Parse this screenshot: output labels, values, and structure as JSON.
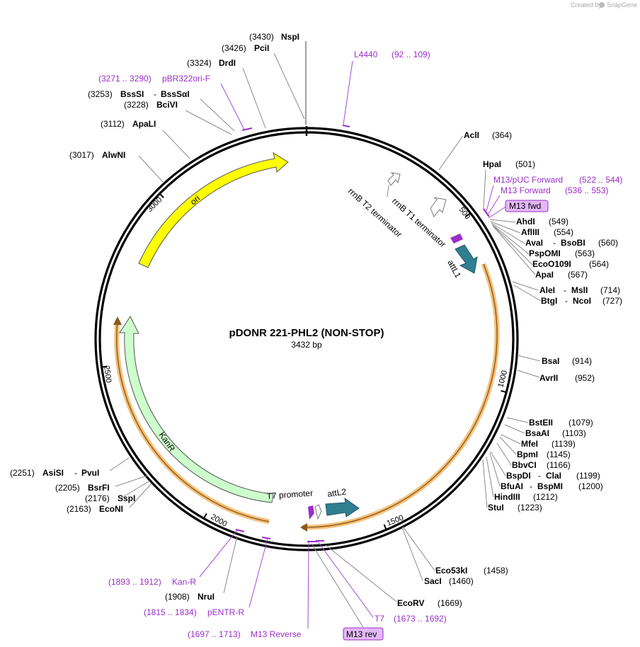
{
  "credit": "Created by",
  "brand": "SnapGene",
  "plasmid": {
    "name": "pDONR 221-PHL2 (NON-STOP)",
    "length_label": "3432 bp",
    "length": 3432
  },
  "ticks": [
    "500",
    "1000",
    "1500",
    "2000",
    "2500",
    "3000"
  ],
  "enzymes": [
    {
      "name": "NspI",
      "pos": "(3430)"
    },
    {
      "name": "PciI",
      "pos": "(3426)"
    },
    {
      "name": "DrdI",
      "pos": "(3324)"
    },
    {
      "name": "BssSI",
      "name2": "BssSαI",
      "pos": "(3253)"
    },
    {
      "name": "BciVI",
      "pos": "(3228)"
    },
    {
      "name": "ApaLI",
      "pos": "(3112)"
    },
    {
      "name": "AlwNI",
      "pos": "(3017)"
    },
    {
      "name": "AclI",
      "pos": "(364)"
    },
    {
      "name": "HpaI",
      "pos": "(501)"
    },
    {
      "name": "AhdI",
      "pos": "(549)"
    },
    {
      "name": "AflIII",
      "pos": "(554)"
    },
    {
      "name": "AvaI",
      "name2": "BsoBI",
      "pos": "(560)"
    },
    {
      "name": "PspOMI",
      "pos": "(563)"
    },
    {
      "name": "EcoO109I",
      "pos": "(564)"
    },
    {
      "name": "ApaI",
      "pos": "(567)"
    },
    {
      "name": "AleI",
      "name2": "MslI",
      "pos": "(714)"
    },
    {
      "name": "BtgI",
      "name2": "NcoI",
      "pos": "(727)"
    },
    {
      "name": "BsaI",
      "pos": "(914)"
    },
    {
      "name": "AvrII",
      "pos": "(952)"
    },
    {
      "name": "BstEII",
      "pos": "(1079)"
    },
    {
      "name": "BsaAI",
      "pos": "(1103)"
    },
    {
      "name": "MfeI",
      "pos": "(1139)"
    },
    {
      "name": "BpmI",
      "pos": "(1145)"
    },
    {
      "name": "BbvCI",
      "pos": "(1166)"
    },
    {
      "name": "BspDI",
      "name2": "ClaI",
      "pos": "(1199)"
    },
    {
      "name": "BfuAI",
      "name2": "BspMI",
      "pos": "(1200)"
    },
    {
      "name": "HindIII",
      "pos": "(1212)"
    },
    {
      "name": "StuI",
      "pos": "(1223)"
    },
    {
      "name": "Eco53kI",
      "pos": "(1458)"
    },
    {
      "name": "SacI",
      "pos": "(1460)"
    },
    {
      "name": "EcoRV",
      "pos": "(1669)"
    },
    {
      "name": "NruI",
      "pos": "(1908)"
    },
    {
      "name": "EcoNI",
      "pos": "(2163)"
    },
    {
      "name": "SspI",
      "pos": "(2176)"
    },
    {
      "name": "BsrFI",
      "pos": "(2205)"
    },
    {
      "name": "AsiSI",
      "name2": "PvuI",
      "pos": "(2251)"
    }
  ],
  "primers": [
    {
      "name": "L4440",
      "range": "(92 .. 109)"
    },
    {
      "name": "pBR322ori-F",
      "range": "(3271 .. 3290)"
    },
    {
      "name": "M13/pUC Forward",
      "range": "(522 .. 544)"
    },
    {
      "name": "M13 Forward",
      "range": "(536 .. 553)"
    },
    {
      "name": "M13 fwd",
      "boxed": true
    },
    {
      "name": "Kan-R",
      "range": "(1893 .. 1912)"
    },
    {
      "name": "pENTR-R",
      "range": "(1815 .. 1834)"
    },
    {
      "name": "M13 Reverse",
      "range": "(1697 .. 1713)"
    },
    {
      "name": "M13 rev",
      "boxed": true
    },
    {
      "name": "T7",
      "range": "(1673 .. 1692)"
    }
  ],
  "features": [
    {
      "name": "ori",
      "color": "#ffff00"
    },
    {
      "name": "KanR",
      "color": "#ccffcc"
    },
    {
      "name": "attL1",
      "color": "#2f7f91"
    },
    {
      "name": "attL2",
      "color": "#2f7f91"
    },
    {
      "name": "rrnB T1 terminator",
      "color": "#ffffff"
    },
    {
      "name": "rrnB T2 terminator",
      "color": "#ffffff"
    },
    {
      "name": "T7 promoter",
      "color": "#ffffff"
    }
  ],
  "colors": {
    "backbone": "#000000",
    "primer": "#9a2fc9",
    "primer_box": "#e4b8f7",
    "attL_overlay": "#f5c07a"
  }
}
